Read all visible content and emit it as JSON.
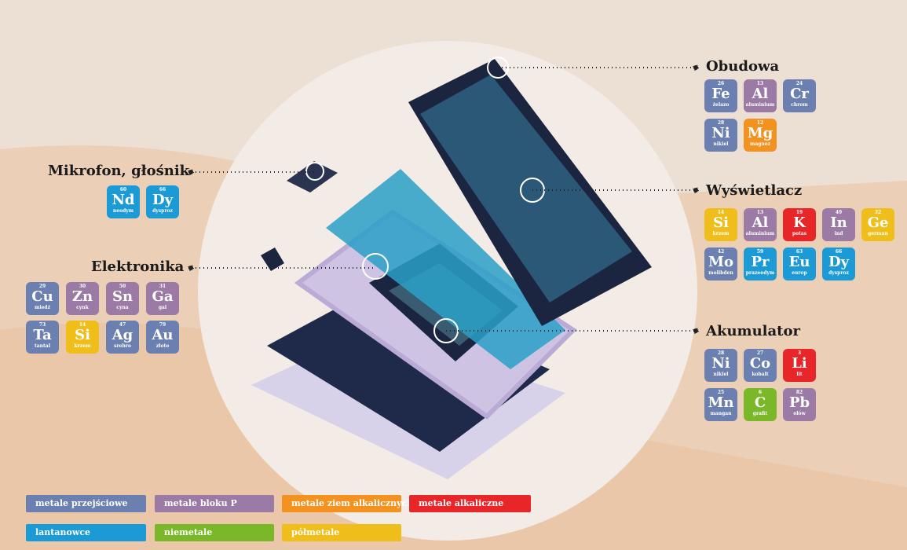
{
  "colors": {
    "transition": "#6b80b0",
    "pblock": "#9b7aa6",
    "alkearth": "#f4921f",
    "alkali": "#e8262a",
    "lanth": "#1b9ad6",
    "nonmetal": "#7ab82a",
    "metalloid": "#f0be1a"
  },
  "groups": {
    "obudowa": {
      "title": "Obudowa",
      "elements": [
        [
          "26",
          "Fe",
          "żelazo",
          "transition"
        ],
        [
          "13",
          "Al",
          "aluminium",
          "pblock"
        ],
        [
          "24",
          "Cr",
          "chrom",
          "transition"
        ],
        [
          "28",
          "Ni",
          "nikiel",
          "transition"
        ],
        [
          "12",
          "Mg",
          "magnez",
          "alkearth"
        ]
      ]
    },
    "wyswietlacz": {
      "title": "Wyświetlacz",
      "elements": [
        [
          "14",
          "Si",
          "krzem",
          "metalloid"
        ],
        [
          "13",
          "Al",
          "aluminium",
          "pblock"
        ],
        [
          "19",
          "K",
          "potas",
          "alkali"
        ],
        [
          "49",
          "In",
          "ind",
          "pblock"
        ],
        [
          "32",
          "Ge",
          "german",
          "metalloid"
        ],
        [
          "42",
          "Mo",
          "molibden",
          "transition"
        ],
        [
          "59",
          "Pr",
          "prazeodym",
          "lanth"
        ],
        [
          "63",
          "Eu",
          "europ",
          "lanth"
        ],
        [
          "66",
          "Dy",
          "dysproz",
          "lanth"
        ]
      ]
    },
    "akumulator": {
      "title": "Akumulator",
      "elements": [
        [
          "28",
          "Ni",
          "nikiel",
          "transition"
        ],
        [
          "27",
          "Co",
          "kobalt",
          "transition"
        ],
        [
          "3",
          "Li",
          "lit",
          "alkali"
        ],
        [
          "25",
          "Mn",
          "mangan",
          "transition"
        ],
        [
          "6",
          "C",
          "grafit",
          "nonmetal"
        ],
        [
          "82",
          "Pb",
          "ołów",
          "pblock"
        ]
      ]
    },
    "mikrofon": {
      "title": "Mikrofon, głośnik",
      "elements": [
        [
          "60",
          "Nd",
          "neodym",
          "lanth"
        ],
        [
          "66",
          "Dy",
          "dysproz",
          "lanth"
        ]
      ]
    },
    "elektronika": {
      "title": "Elektronika",
      "elements": [
        [
          "29",
          "Cu",
          "miedź",
          "transition"
        ],
        [
          "30",
          "Zn",
          "cynk",
          "pblock"
        ],
        [
          "50",
          "Sn",
          "cyna",
          "pblock"
        ],
        [
          "31",
          "Ga",
          "gal",
          "pblock"
        ],
        [
          "73",
          "Ta",
          "tantal",
          "transition"
        ],
        [
          "14",
          "Si",
          "krzem",
          "metalloid"
        ],
        [
          "47",
          "Ag",
          "srebro",
          "transition"
        ],
        [
          "79",
          "Au",
          "złoto",
          "transition"
        ]
      ]
    }
  },
  "legend": [
    {
      "label": "metale przejściowe",
      "cat": "transition"
    },
    {
      "label": "metale bloku P",
      "cat": "pblock"
    },
    {
      "label": "metale ziem alkalicznych",
      "cat": "alkearth"
    },
    {
      "label": "metale alkaliczne",
      "cat": "alkali"
    },
    {
      "label": "lantanowce",
      "cat": "lanth"
    },
    {
      "label": "niemetale",
      "cat": "nonmetal"
    },
    {
      "label": "półmetale",
      "cat": "metalloid"
    }
  ]
}
